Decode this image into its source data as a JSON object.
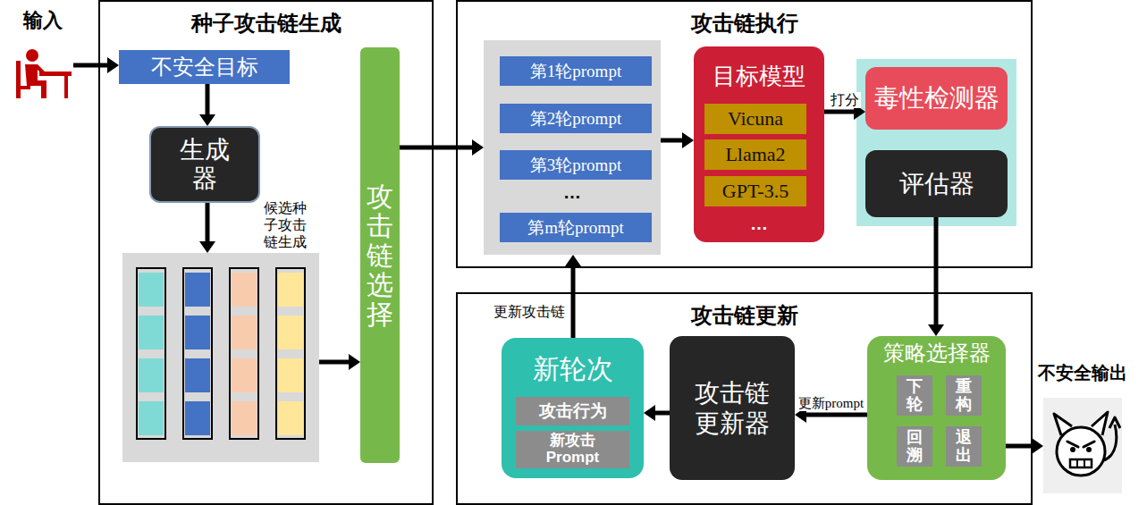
{
  "diagram": {
    "nodes": [
      {
        "text": [
          "种子攻击链生成"
        ]
      },
      {
        "text": [
          "不安全目标"
        ],
        "in": 0
      },
      {
        "text": [
          "生成器"
        ],
        "in": 0
      },
      {
        "text": [
          "候选种子攻击链生成"
        ],
        "in": 0
      },
      {
        "text": [
          "攻击链选择"
        ],
        "in": 0
      },
      {
        "text": [
          "攻击链执行"
        ]
      },
      {
        "text": [
          "…"
        ],
        "in": 5
      },
      {
        "text": [
          "第1轮prompt"
        ],
        "in": 6
      },
      {
        "text": [
          "第2轮prompt"
        ],
        "in": 6
      },
      {
        "text": [
          "第3轮prompt"
        ],
        "in": 6
      },
      {
        "text": [
          "第m轮prompt"
        ],
        "in": 6
      },
      {
        "text": [
          "目标模型",
          "…"
        ],
        "in": 5
      },
      {
        "text": [
          "Vicuna"
        ],
        "in": 11
      },
      {
        "text": [
          "Llama2"
        ],
        "in": 11
      },
      {
        "text": [
          "GPT-3.5"
        ],
        "in": 11
      },
      {
        "text": [
          "毒性检测器"
        ],
        "in": 5
      },
      {
        "text": [
          "评估器"
        ],
        "in": 5
      },
      {
        "text": [
          "攻击链更新"
        ]
      },
      {
        "text": [
          "新轮次"
        ],
        "in": 17
      },
      {
        "text": [
          "攻击行为"
        ],
        "in": 18
      },
      {
        "text": [
          "新攻击 Prompt"
        ],
        "in": 18
      },
      {
        "text": [
          "攻击链更新器"
        ],
        "in": 17
      },
      {
        "text": [
          "策略选择器"
        ],
        "in": 17
      },
      {
        "text": [
          "下轮"
        ],
        "in": 22
      },
      {
        "text": [
          "重构"
        ],
        "in": 22
      },
      {
        "text": [
          "回溯"
        ],
        "in": 22
      },
      {
        "text": [
          "退出"
        ],
        "in": 22
      },
      {
        "text": [
          "不安全输出"
        ]
      }
    ],
    "edges": [
      {
        "from": 1,
        "to": 2,
        "arrow": "to"
      },
      {
        "from": 2,
        "to": 3,
        "arrow": "to"
      },
      {
        "from": 3,
        "to": 4,
        "arrow": "to"
      },
      {
        "from": 4,
        "to": 6,
        "arrow": "to"
      },
      {
        "from": 6,
        "to": 11,
        "arrow": "to"
      },
      {
        "from": 11,
        "to": 15,
        "label": "打分",
        "arrow": "to"
      },
      {
        "from": 16,
        "to": 22,
        "arrow": "to"
      },
      {
        "from": 22,
        "to": 21,
        "label": "更新prompt",
        "arrow": "to"
      },
      {
        "from": 21,
        "to": 18,
        "arrow": "to"
      },
      {
        "from": 18,
        "to": 6,
        "label": "更新攻击链",
        "arrow": "to"
      },
      {
        "from": 26,
        "to": 27,
        "arrow": "to"
      }
    ],
    "labels": [
      "输入"
    ]
  }
}
